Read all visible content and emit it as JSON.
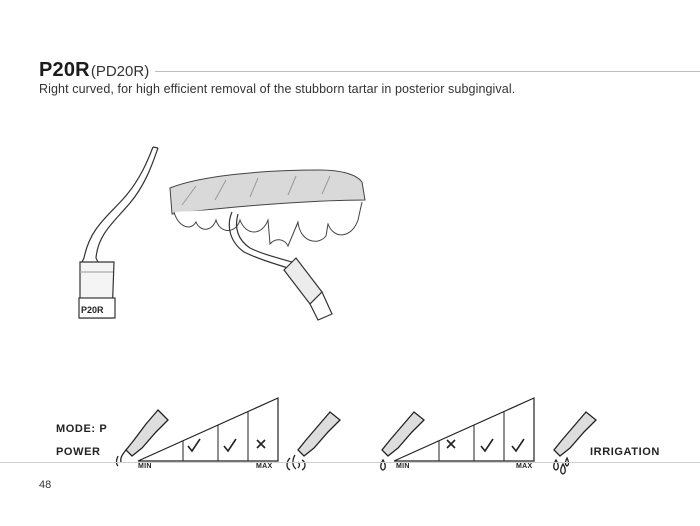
{
  "product": {
    "code": "P20R",
    "alt_code": "(PD20R)",
    "description": "Right curved, for high efficient removal of the stubborn tartar in posterior subgingival."
  },
  "tip_label": "P20R",
  "settings": {
    "mode_label": "MODE: P",
    "power_label": "POWER",
    "irrigation_label": "IRRIGATION",
    "power_scale": {
      "min_label": "MIN",
      "max_label": "MAX",
      "marks": [
        "check",
        "check",
        "cross"
      ]
    },
    "irrigation_scale": {
      "min_label": "MIN",
      "max_label": "MAX",
      "marks": [
        "cross",
        "check",
        "check"
      ]
    }
  },
  "page_number": "48"
}
